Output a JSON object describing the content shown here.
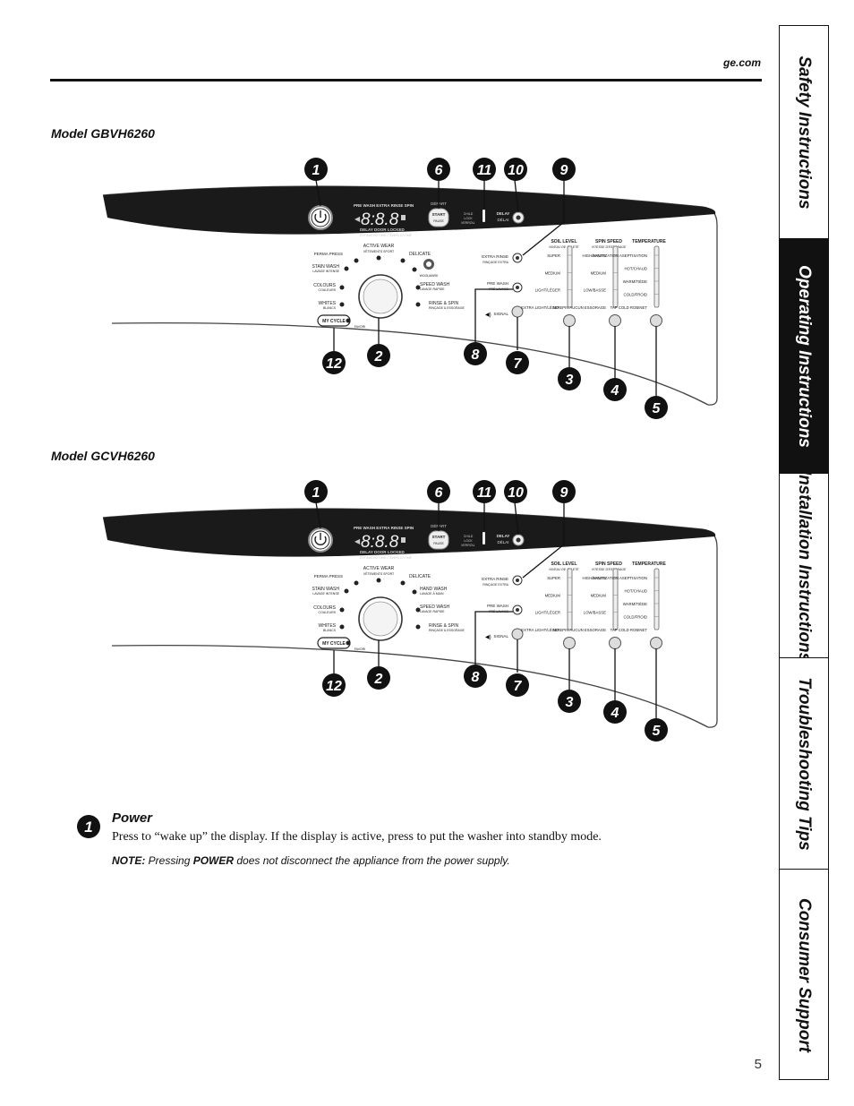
{
  "header": {
    "site": "ge.com"
  },
  "side_tabs": [
    {
      "label": "Safety Instructions",
      "active": false
    },
    {
      "label": "Operating Instructions",
      "active": true
    },
    {
      "label": "Installation Instructions",
      "active": false
    },
    {
      "label": "Troubleshooting Tips",
      "active": false
    },
    {
      "label": "Consumer Support",
      "active": false
    }
  ],
  "models": [
    {
      "title": "Model GBVH6260",
      "cycle_top_right": "DELICATE",
      "cycle_right_1": "",
      "cycle_right_1_fr": "",
      "has_woolmark": true,
      "woolmark_text": "WOOLMARK"
    },
    {
      "title": "Model GCVH6260",
      "cycle_top_right": "DELICATE",
      "cycle_right_1": "HAND WASH",
      "cycle_right_1_fr": "LAVAGE À MAIN",
      "has_woolmark": false,
      "woolmark_text": ""
    }
  ],
  "panel": {
    "callouts": {
      "power": "1",
      "cycle": "2",
      "soil": "3",
      "spin": "4",
      "temp": "5",
      "start": "6",
      "signal": "7",
      "prewash": "8",
      "extrarinse": "9",
      "delay": "10",
      "lock": "11",
      "mycycle": "12"
    },
    "display": {
      "top": "PRE WASH EXTRA RINSE SPIN",
      "digits": "8:8.8",
      "line1": "DELAY  DOOR LOCKED",
      "line2": "ESTIMATED TIME / TEMPS ESTIMÉ"
    },
    "depart": "DÉPART",
    "start": [
      "START",
      "PAUSE"
    ],
    "lock": [
      "CHILD",
      "LOCK",
      "VERROU."
    ],
    "delay": [
      "DELAY",
      "DÉLAI"
    ],
    "cycles": {
      "active_wear": "ACTIVE WEAR",
      "active_wear_fr": "VÊTEMENTS SPORT",
      "perma_press": "PERMA PRESS",
      "stain_wash": "STAIN WASH",
      "stain_wash_fr": "LAVAGE INTENSE",
      "colours": "COLOURS",
      "colours_fr": "COULEURS",
      "whites": "WHITES",
      "whites_fr": "BLANCS",
      "my_cycle": "MY CYCLE",
      "favori": "FAVORI",
      "speed_wash": "SPEED WASH",
      "speed_wash_fr": "LAVAGE RAPIDE",
      "rinse_spin": "RINSE & SPIN",
      "rinse_spin_fr": "RINÇAGE & ESSORAGE"
    },
    "options": {
      "extra_rinse": "EXTRA RINSE",
      "extra_rinse_fr": "RINÇAGE EXTRA",
      "pre_wash": "PRE WASH",
      "pre_wash_fr": "PRÉ-LAVAGE",
      "signal": "SIGNAL"
    },
    "soil": {
      "title": "SOIL LEVEL",
      "title_fr": "NIVEAU DE SALETÉ",
      "levels": [
        "SUPER",
        "MEDIUM",
        "LIGHT/LÉGER",
        "EXTRA LIGHT/LÉGER"
      ]
    },
    "spin": {
      "title": "SPIN SPEED",
      "title_fr": "VITESSE D'ESSORAGE",
      "levels": [
        "HIGH/HAUTE",
        "MEDIUM",
        "LOW/BASSE",
        "NO SPIN AUCUN ESSORAGE"
      ]
    },
    "temp": {
      "title": "TEMPERATURE",
      "levels": [
        "SANITIZATION ASEPTISATION",
        "HOT/CHAUD",
        "WARM/TIÈDE",
        "COLD/FROID",
        "TAP COLD ROBINET"
      ]
    }
  },
  "power_section": {
    "number": "1",
    "title": "Power",
    "body": "Press to “wake up” the display. If the display is active, press to put the washer into standby mode.",
    "note_label": "NOTE:",
    "note_1": " Pressing ",
    "note_bold": "POWER",
    "note_2": " does not disconnect the appliance from the power supply."
  },
  "page_number": "5"
}
